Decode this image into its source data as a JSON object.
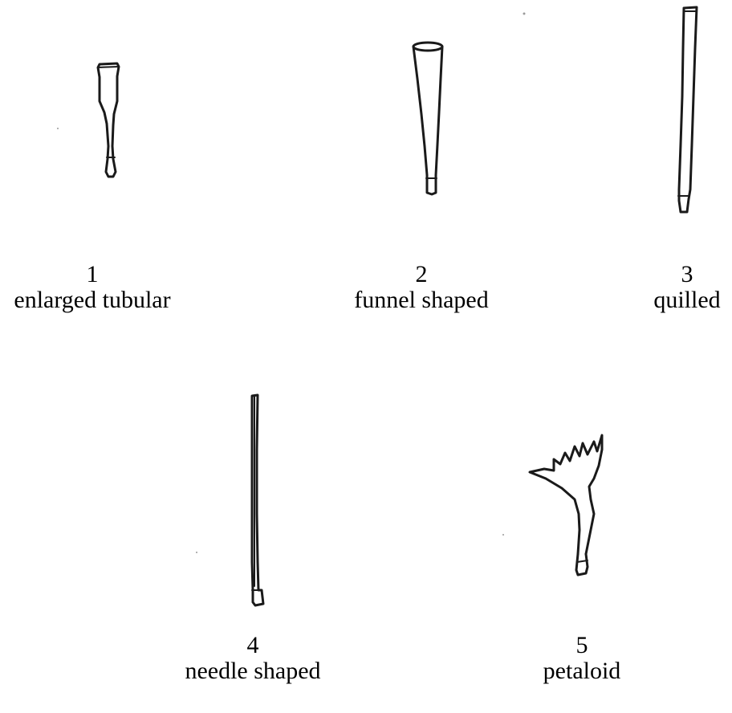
{
  "figure": {
    "items": [
      {
        "number": "1",
        "label": "enlarged tubular",
        "icon": "enlarged-tubular-floret"
      },
      {
        "number": "2",
        "label": "funnel shaped",
        "icon": "funnel-shaped-floret"
      },
      {
        "number": "3",
        "label": "quilled",
        "icon": "quilled-floret"
      },
      {
        "number": "4",
        "label": "needle shaped",
        "icon": "needle-shaped-floret"
      },
      {
        "number": "5",
        "label": "petaloid",
        "icon": "petaloid-floret"
      }
    ]
  }
}
